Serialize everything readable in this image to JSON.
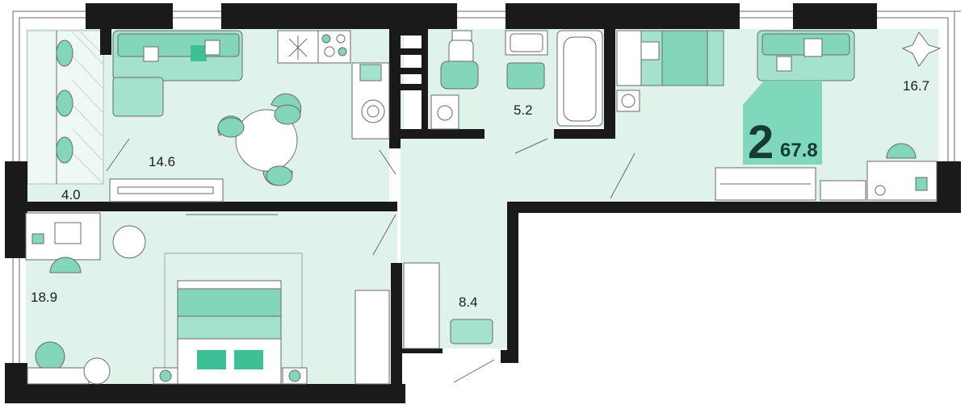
{
  "apartment": {
    "rooms_count": "2",
    "total_area": "67.8",
    "badge_color": "#7fd8bb",
    "floor_color": "#dff3ea",
    "accent_color": "#3fbf95",
    "wall_color": "#1a1a1a"
  },
  "rooms": {
    "balcony": "4.0",
    "kitchen_living": "14.6",
    "bathroom": "5.2",
    "bedroom_right": "16.7",
    "bedroom_left": "18.9",
    "hallway": "8.4"
  }
}
